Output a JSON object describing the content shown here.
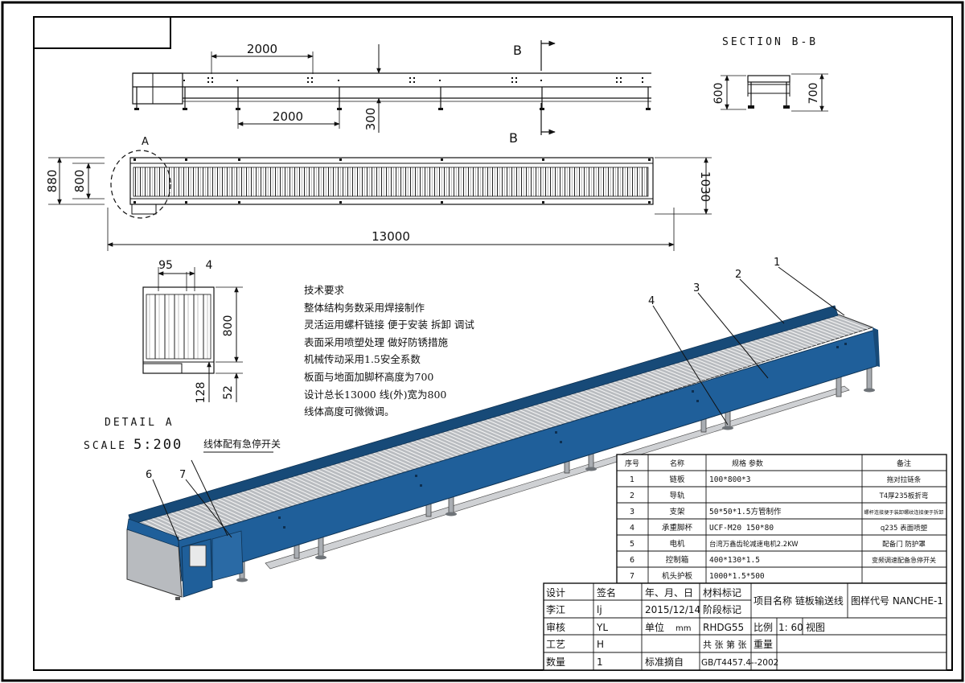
{
  "title_box": "",
  "dims": {
    "top_2000_a": "2000",
    "top_2000_b": "2000",
    "top_300": "300",
    "section_letter_top": "B",
    "section_letter_bottom": "B",
    "plan_880": "880",
    "plan_800": "800",
    "plan_1030": "1030",
    "plan_13000": "13000",
    "marker_a": "A",
    "detail_95": "95",
    "detail_4": "4",
    "detail_800": "800",
    "detail_128": "128",
    "detail_52": "52",
    "section_600": "600",
    "section_700": "700"
  },
  "section_title": "SECTION B-B",
  "detail_title": "DETAIL A",
  "detail_scale_label": "SCALE",
  "detail_scale_value": "5:200",
  "estop_note": "线体配有急停开关",
  "tech_requirements": [
    "技术要求",
    "整体结构务数采用焊接制作",
    "灵活运用螺杆链接  便于安装  拆卸  调试",
    "表面采用喷塑处理  做好防锈措施",
    "机械传动采用1.5安全系数",
    "板面与地面加脚杯高度为700",
    "设计总长13000  线(外)宽为800",
    "线体高度可微微调。"
  ],
  "balloons": [
    "1",
    "2",
    "3",
    "4",
    "6",
    "7"
  ],
  "bom": {
    "headers": [
      "序号",
      "名称",
      "规格  参数",
      "备注"
    ],
    "rows": [
      [
        "1",
        "链板",
        "100*800*3",
        "拖对拉链条"
      ],
      [
        "2",
        "导轨",
        "",
        "T4厚235板折弯"
      ],
      [
        "3",
        "支架",
        "50*50*1.5方管制作",
        "螺杆连接便于装卸螺纹连接便于拆卸"
      ],
      [
        "4",
        "承重脚杯",
        "UCF-M20  150*80",
        "q235  表面喷塑"
      ],
      [
        "5",
        "电机",
        "台湾万鑫齿轮减速电机2.2KW",
        "配备门  防护罩"
      ],
      [
        "6",
        "控制箱",
        "400*130*1.5",
        "变频调速配备急停开关"
      ],
      [
        "7",
        "机头护板",
        "1000*1.5*500",
        ""
      ]
    ]
  },
  "title_block": {
    "design": "设计",
    "sign": "签名",
    "date_header": "年、月、日",
    "material_mark": "材料标记",
    "project_name": "项目名称 链板输送线",
    "drawing_no": "图样代号 NANCHE-1",
    "designer": "李江",
    "sign_value": "lj",
    "date_value": "2015/12/14",
    "stage_mark": "阶段标记",
    "review": "审核",
    "review_sign": "YL",
    "unit": "单位",
    "unit_value": "mm",
    "material": "RHDG55",
    "scale": "比例",
    "scale_value": "1: 60",
    "view": "视图",
    "process": "工艺",
    "process_sign": "H",
    "sheets": "共  张  第  张",
    "weight": "重量",
    "quantity": "数量",
    "quantity_value": "1",
    "standard": "标准摘自",
    "standard_value": "GB/T4457.4--2002"
  },
  "colors": {
    "frame_blue": "#1f5f9a",
    "frame_blue_dark": "#174a78",
    "plate_grey": "#b9bcc0",
    "leg_grey": "#a9adb2"
  }
}
